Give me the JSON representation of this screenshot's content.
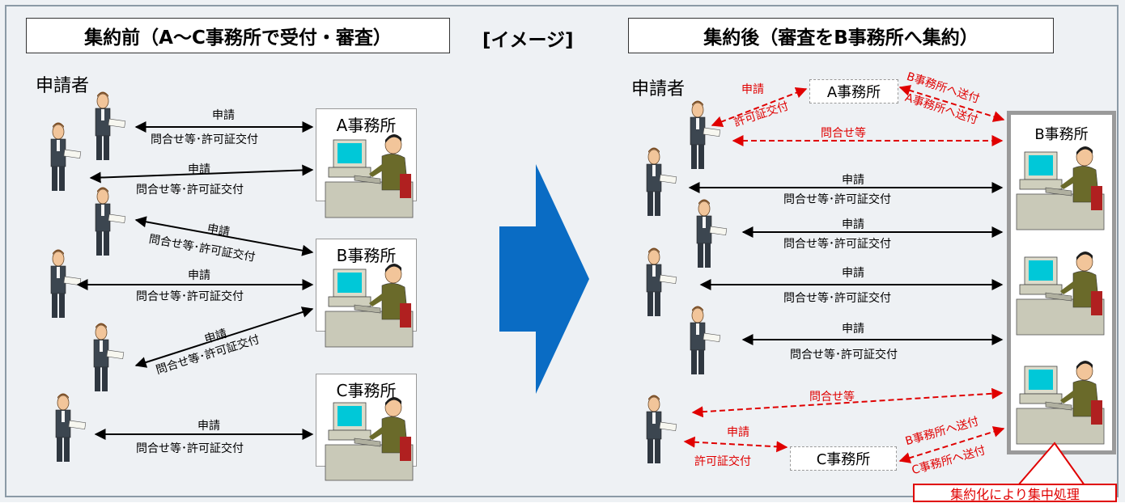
{
  "left": {
    "title": "集約前（A〜C事務所で受付・審査）",
    "applicant_label": "申請者",
    "offices": [
      "A事務所",
      "B事務所",
      "C事務所"
    ],
    "arrow_top": "申請",
    "arrow_bottom": "問合せ等･許可証交付"
  },
  "middle": {
    "label": "[イメージ]"
  },
  "right": {
    "title": "集約後（審査をB事務所へ集約）",
    "applicant_label": "申請者",
    "a_office": "A事務所",
    "b_office": "B事務所",
    "c_office": "C事務所",
    "red_apply": "申請",
    "red_permit": "許可証交付",
    "red_inquiry": "問合せ等",
    "red_send_b": "B事務所へ送付",
    "red_send_a": "A事務所へ送付",
    "red_send_c": "C事務所へ送付",
    "arrow_top": "申請",
    "arrow_bottom": "問合せ等･許可証交付",
    "callout": "集約化により集中処理"
  },
  "colors": {
    "red": "#e00000",
    "arrow_blue": "#0a6cc4",
    "frame": "#8b9aa6"
  }
}
